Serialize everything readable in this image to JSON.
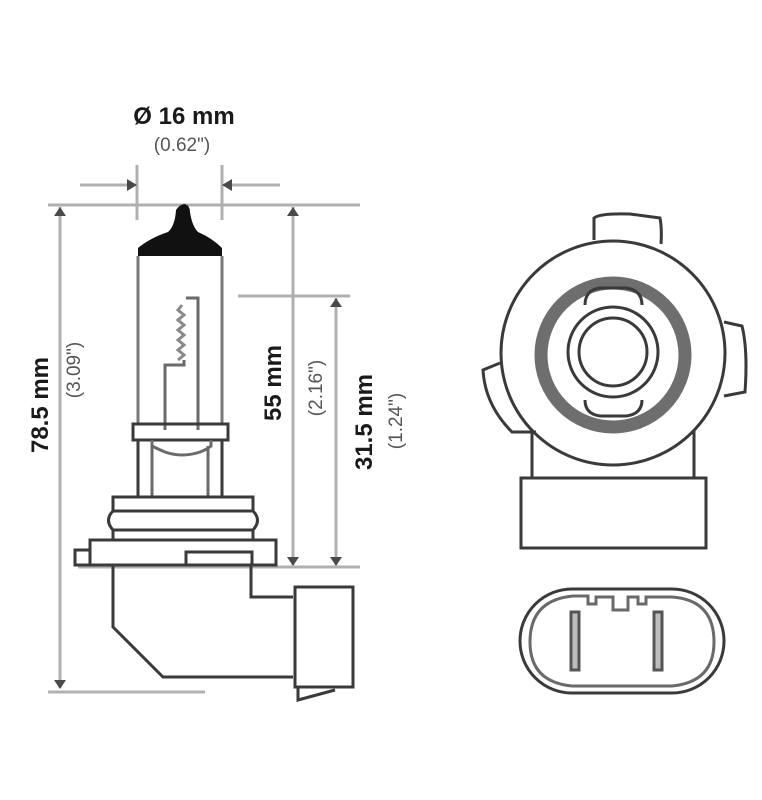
{
  "diagram": {
    "type": "technical-dimension-drawing",
    "subject": "halogen bulb side view and end views",
    "colors": {
      "line": "#3a3a3a",
      "dimension_line": "#b0b0b0",
      "tip_fill": "#111111",
      "background": "#ffffff"
    },
    "dimensions": {
      "diameter": {
        "metric": "Ø 16 mm",
        "imperial": "(0.62\")"
      },
      "overall_length": {
        "metric": "78.5 mm",
        "imperial": "(3.09\")"
      },
      "light_center_length": {
        "metric": "55 mm",
        "imperial": "(2.16\")"
      },
      "base_height": {
        "metric": "31.5 mm",
        "imperial": "(1.24\")"
      }
    },
    "views": [
      {
        "name": "side-view",
        "label": ""
      },
      {
        "name": "front-view",
        "label": ""
      },
      {
        "name": "connector-end-view",
        "label": ""
      }
    ]
  }
}
